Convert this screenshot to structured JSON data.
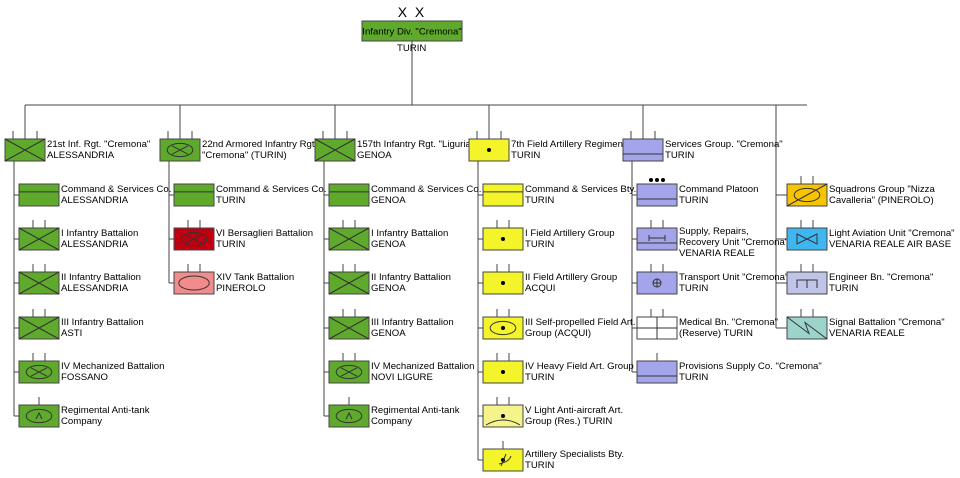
{
  "colors": {
    "infantry": "#5faa2d",
    "artillery": "#f4f42a",
    "artillery_light": "#f4f48a",
    "service": "#a4a4ea",
    "cavalry": "#f8c400",
    "aviation": "#3fb6f0",
    "engineer": "#c0c4e8",
    "signal": "#9cd4cc",
    "bersaglieri": "#c00010",
    "armor": "#f08c8c",
    "white": "#ffffff",
    "ellipse_fill": "#f09090"
  },
  "division": {
    "size_mark": "X X",
    "name": "Infantry Div. \"Cremona\"",
    "location": "TURIN"
  },
  "columns": [
    {
      "head": {
        "unit": "infantry",
        "line1": "21st Inf. Rgt. \"Cremona\"",
        "line2": "ALESSANDRIA",
        "ticks": 3
      },
      "items": [
        {
          "unit": "hq_infantry",
          "line1": "Command & Services Co.",
          "line2": "ALESSANDRIA"
        },
        {
          "unit": "infantry",
          "line1": "I Infantry Battalion",
          "line2": "ALESSANDRIA",
          "ticks": 2
        },
        {
          "unit": "infantry",
          "line1": "II Infantry Battalion",
          "line2": "ALESSANDRIA",
          "ticks": 2
        },
        {
          "unit": "infantry",
          "line1": "III Infantry Battalion",
          "line2": "ASTI",
          "ticks": 2
        },
        {
          "unit": "mechanized",
          "line1": "IV Mechanized Battalion",
          "line2": "FOSSANO",
          "ticks": 2
        },
        {
          "unit": "antitank",
          "line1": "Regimental Anti-tank",
          "line2": "Company",
          "ticks": 1
        }
      ]
    },
    {
      "head": {
        "unit": "mechanized",
        "line1": "22nd Armored Infantry Rgt.",
        "line2": "\"Cremona\" (TURIN)",
        "ticks": 3
      },
      "items": [
        {
          "unit": "hq_infantry",
          "line1": "Command & Services Co.",
          "line2": "TURIN"
        },
        {
          "unit": "bersaglieri",
          "line1": "VI Bersaglieri Battalion",
          "line2": "TURIN",
          "ticks": 2
        },
        {
          "unit": "armor",
          "line1": "XIV Tank Battalion",
          "line2": "PINEROLO",
          "ticks": 2
        }
      ]
    },
    {
      "head": {
        "unit": "infantry",
        "line1": "157th Infantry Rgt. \"Liguria\"",
        "line2": "GENOA",
        "ticks": 3
      },
      "items": [
        {
          "unit": "hq_infantry",
          "line1": "Command & Services Co.",
          "line2": "GENOA"
        },
        {
          "unit": "infantry",
          "line1": "I Infantry Battalion",
          "line2": "GENOA",
          "ticks": 2
        },
        {
          "unit": "infantry",
          "line1": "II Infantry Battalion",
          "line2": "GENOA",
          "ticks": 2
        },
        {
          "unit": "infantry",
          "line1": "III Infantry Battalion",
          "line2": "GENOA",
          "ticks": 2
        },
        {
          "unit": "mechanized",
          "line1": "IV Mechanized Battalion",
          "line2": "NOVI LIGURE",
          "ticks": 2
        },
        {
          "unit": "antitank",
          "line1": "Regimental Anti-tank",
          "line2": "Company",
          "ticks": 1
        }
      ]
    },
    {
      "head": {
        "unit": "artillery",
        "line1": "7th Field Artillery Regiment",
        "line2": "TURIN",
        "ticks": 3
      },
      "items": [
        {
          "unit": "hq_artillery",
          "line1": "Command & Services Bty.",
          "line2": "TURIN"
        },
        {
          "unit": "artillery",
          "line1": "I Field Artillery Group",
          "line2": "TURIN",
          "ticks": 2
        },
        {
          "unit": "artillery",
          "line1": "II Field Artillery Group",
          "line2": "ACQUI",
          "ticks": 2
        },
        {
          "unit": "sp_artillery",
          "line1": "III Self-propelled Field Art.",
          "line2": "Group (ACQUI)",
          "ticks": 2
        },
        {
          "unit": "artillery",
          "line1": "IV Heavy Field Art. Group",
          "line2": "TURIN",
          "ticks": 2
        },
        {
          "unit": "aa_artillery",
          "line1": "V Light Anti-aircraft Art.",
          "line2": "Group (Res.) TURIN",
          "ticks": 2
        },
        {
          "unit": "art_specialists",
          "line1": "Artillery Specialists Bty.",
          "line2": "TURIN",
          "ticks": 1
        }
      ]
    },
    {
      "head": {
        "unit": "services_group",
        "line1": "Services Group. \"Cremona\"",
        "line2": "TURIN",
        "ticks": 3
      },
      "items": [
        {
          "unit": "command_platoon",
          "line1": "Command Platoon",
          "line2": "TURIN",
          "dots": 3
        },
        {
          "unit": "supply_repair",
          "line1": "Supply, Repairs,",
          "line2": "Recovery Unit \"Cremona\"",
          "line3": "VENARIA REALE",
          "ticks": 2
        },
        {
          "unit": "transport",
          "line1": "Transport Unit \"Cremona\"",
          "line2": "TURIN",
          "ticks": 2
        },
        {
          "unit": "medical",
          "line1": "Medical Bn. \"Cremona\"",
          "line2": "(Reserve) TURIN",
          "ticks": 2
        },
        {
          "unit": "provisions",
          "line1": "Provisions Supply Co. \"Cremona\"",
          "line2": "TURIN",
          "ticks": 1
        }
      ]
    },
    {
      "head": null,
      "items": [
        {
          "unit": "cavalry",
          "line1": "Squadrons Group \"Nizza",
          "line2": "Cavalleria\" (PINEROLO)",
          "ticks": 2
        },
        {
          "unit": "aviation",
          "line1": "Light Aviation Unit \"Cremona\"",
          "line2": "VENARIA REALE AIR BASE",
          "ticks": 2
        },
        {
          "unit": "engineer",
          "line1": "Engineer Bn. \"Cremona\"",
          "line2": "TURIN",
          "ticks": 2
        },
        {
          "unit": "signal",
          "line1": "Signal Battalion \"Cremona\"",
          "line2": "VENARIA REALE",
          "ticks": 2
        }
      ]
    }
  ]
}
